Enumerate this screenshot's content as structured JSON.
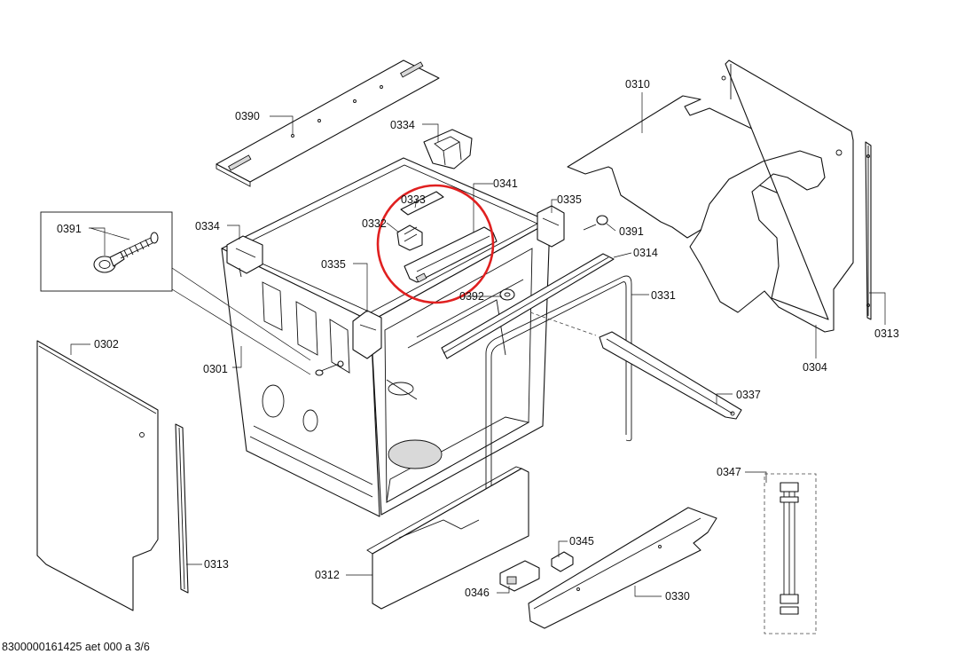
{
  "colors": {
    "line": "#111111",
    "highlight": "#e02020",
    "background": "#ffffff"
  },
  "labels": {
    "p0390": "0390",
    "p0334a": "0334",
    "p0334b": "0334",
    "p0333": "0333",
    "p0332": "0332",
    "p0341": "0341",
    "p0335a": "0335",
    "p0335b": "0335",
    "p0391a": "0391",
    "p0391b": "0391",
    "p0314": "0314",
    "p0392": "0392",
    "p0331": "0331",
    "p0310": "0310",
    "p0304": "0304",
    "p0313a": "0313",
    "p0313b": "0313",
    "p0302": "0302",
    "p0301": "0301",
    "p0337": "0337",
    "p0347": "0347",
    "p0345": "0345",
    "p0346": "0346",
    "p0330": "0330",
    "p0312": "0312"
  },
  "footer": {
    "doc_ref": "8300000161425 aet 000 a 3/6"
  }
}
